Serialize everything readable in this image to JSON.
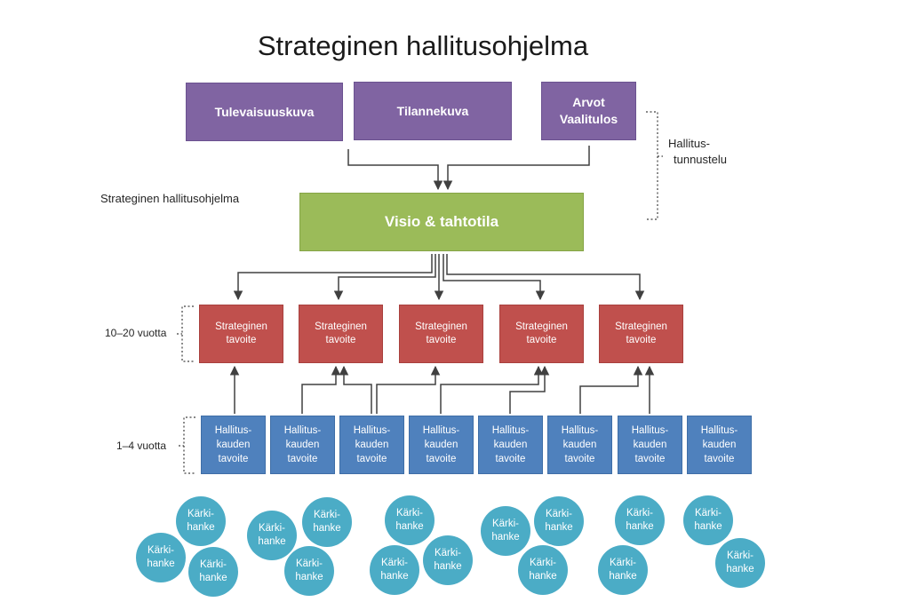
{
  "title": "Strateginen hallitusohjelma",
  "side_labels": {
    "program": "Strateginen hallitusohjelma",
    "hallitus_line1": "Hallitus-",
    "hallitus_line2": "tunnustelu",
    "long_term": "10–20 vuotta",
    "short_term": "1–4 vuotta"
  },
  "inputs": {
    "tulevaisuuskuva": "Tulevaisuuskuva",
    "tilannekuva": "Tilannekuva",
    "arvot_line1": "Arvot",
    "arvot_line2": "Vaalitulos"
  },
  "vision": "Visio & tahtotila",
  "strategic_goals": [
    "Strateginen\ntavoite",
    "Strateginen\ntavoite",
    "Strateginen\ntavoite",
    "Strateginen\ntavoite",
    "Strateginen\ntavoite"
  ],
  "term_goals": [
    "Hallitus-\nkauden\ntavoite",
    "Hallitus-\nkauden\ntavoite",
    "Hallitus-\nkauden\ntavoite",
    "Hallitus-\nkauden\ntavoite",
    "Hallitus-\nkauden\ntavoite",
    "Hallitus-\nkauden\ntavoite",
    "Hallitus-\nkauden\ntavoite",
    "Hallitus-\nkauden\ntavoite"
  ],
  "key_projects": [
    "Kärki-\nhanke",
    "Kärki-\nhanke",
    "Kärki-\nhanke",
    "Kärki-\nhanke",
    "Kärki-\nhanke",
    "Kärki-\nhanke",
    "Kärki-\nhanke",
    "Kärki-\nhanke",
    "Kärki-\nhanke",
    "Kärki-\nhanke",
    "Kärki-\nhanke",
    "Kärki-\nhanke",
    "Kärki-\nhanke",
    "Kärki-\nhanke",
    "Kärki-\nhanke"
  ],
  "colors": {
    "input": "#8064a2",
    "vision": "#9bbb59",
    "strategic": "#c0504d",
    "term": "#4f81bd",
    "project": "#4bacc6"
  }
}
